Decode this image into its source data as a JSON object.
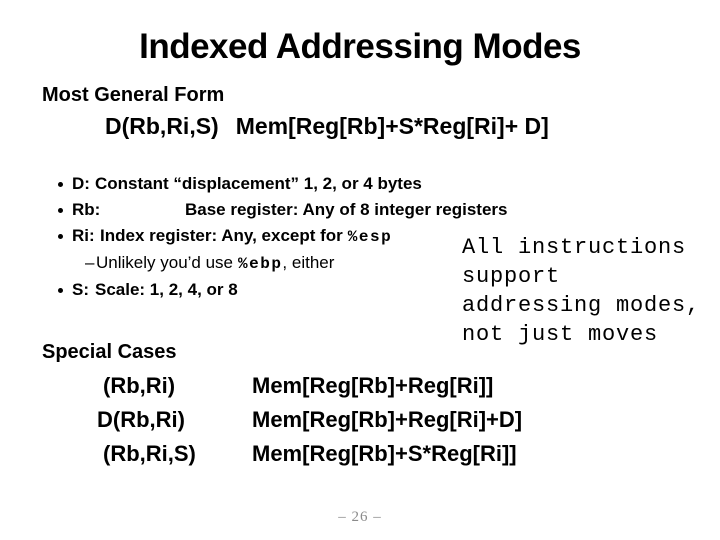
{
  "slide": {
    "title": "Indexed Addressing Modes",
    "general": {
      "heading": "Most General Form",
      "form": "D(Rb,Ri,S)",
      "expansion": "Mem[Reg[Rb]+S*Reg[Ri]+ D]"
    },
    "bullets": {
      "d": {
        "label": "D:",
        "text": "Constant “displacement” 1, 2, or 4 bytes"
      },
      "rb": {
        "label": "Rb:",
        "text": "Base register: Any of 8 integer registers"
      },
      "ri": {
        "label": "Ri:",
        "text": "Index register: Any, except for",
        "code": "%esp"
      },
      "ri_sub": {
        "dash": "–",
        "pre": "Unlikely you’d use",
        "code": "%ebp",
        "post": ", either"
      },
      "s": {
        "label": "S:",
        "text": "Scale: 1, 2, 4, or 8"
      }
    },
    "note_lines": [
      "All instructions",
      "support",
      "addressing modes,",
      "not just moves"
    ],
    "special_cases": {
      "heading": "Special Cases",
      "rows": [
        {
          "mode": "(Rb,Ri)",
          "expansion": "Mem[Reg[Rb]+Reg[Ri]]"
        },
        {
          "mode": "D(Rb,Ri)",
          "expansion": "Mem[Reg[Rb]+Reg[Ri]+D]"
        },
        {
          "mode": "(Rb,Ri,S)",
          "expansion": "Mem[Reg[Rb]+S*Reg[Ri]]"
        }
      ]
    },
    "footer": "– 26 –",
    "colors": {
      "text": "#000000",
      "footer_gray": "#8b8b8b",
      "background": "#ffffff"
    }
  }
}
